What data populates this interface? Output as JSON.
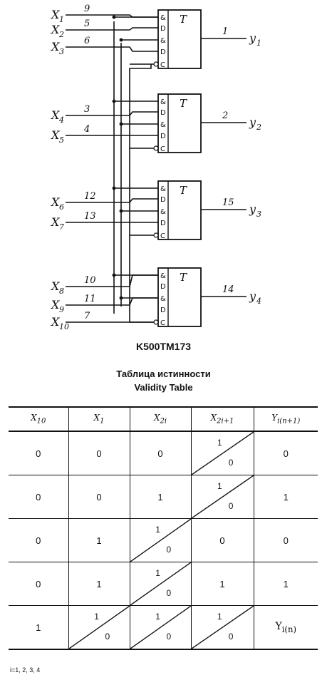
{
  "schematic": {
    "inputs": [
      {
        "name": "X",
        "sub": "1",
        "pin": "9"
      },
      {
        "name": "X",
        "sub": "2",
        "pin": "5"
      },
      {
        "name": "X",
        "sub": "3",
        "pin": "6"
      },
      {
        "name": "X",
        "sub": "4",
        "pin": "3"
      },
      {
        "name": "X",
        "sub": "5",
        "pin": "4"
      },
      {
        "name": "X",
        "sub": "6",
        "pin": "12"
      },
      {
        "name": "X",
        "sub": "7",
        "pin": "13"
      },
      {
        "name": "X",
        "sub": "8",
        "pin": "10"
      },
      {
        "name": "X",
        "sub": "9",
        "pin": "11"
      },
      {
        "name": "X",
        "sub": "10",
        "pin": "7"
      }
    ],
    "outputs": [
      {
        "name": "y",
        "sub": "1",
        "pin": "1"
      },
      {
        "name": "y",
        "sub": "2",
        "pin": "2"
      },
      {
        "name": "y",
        "sub": "3",
        "pin": "15"
      },
      {
        "name": "y",
        "sub": "4",
        "pin": "14"
      }
    ],
    "block": {
      "title": "T",
      "pins": [
        "&",
        "D",
        "&",
        "D",
        "C"
      ]
    }
  },
  "chip_name": "K500TM173",
  "table_title_ru": "Таблица истинности",
  "table_title_en": "Validity Table",
  "table": {
    "headers": [
      "X10",
      "X1",
      "X2i",
      "X2i+1",
      "Yi(n+1)"
    ],
    "rows": [
      [
        "0",
        "0",
        "0",
        "1|0",
        "0"
      ],
      [
        "0",
        "0",
        "1",
        "1|0",
        "1"
      ],
      [
        "0",
        "1",
        "1|0",
        "0",
        "0"
      ],
      [
        "0",
        "1",
        "1|0",
        "1",
        "1"
      ],
      [
        "1",
        "1|0",
        "1|0",
        "1|0",
        "Yi(n)"
      ]
    ]
  },
  "note": "i=1, 2, 3, 4"
}
